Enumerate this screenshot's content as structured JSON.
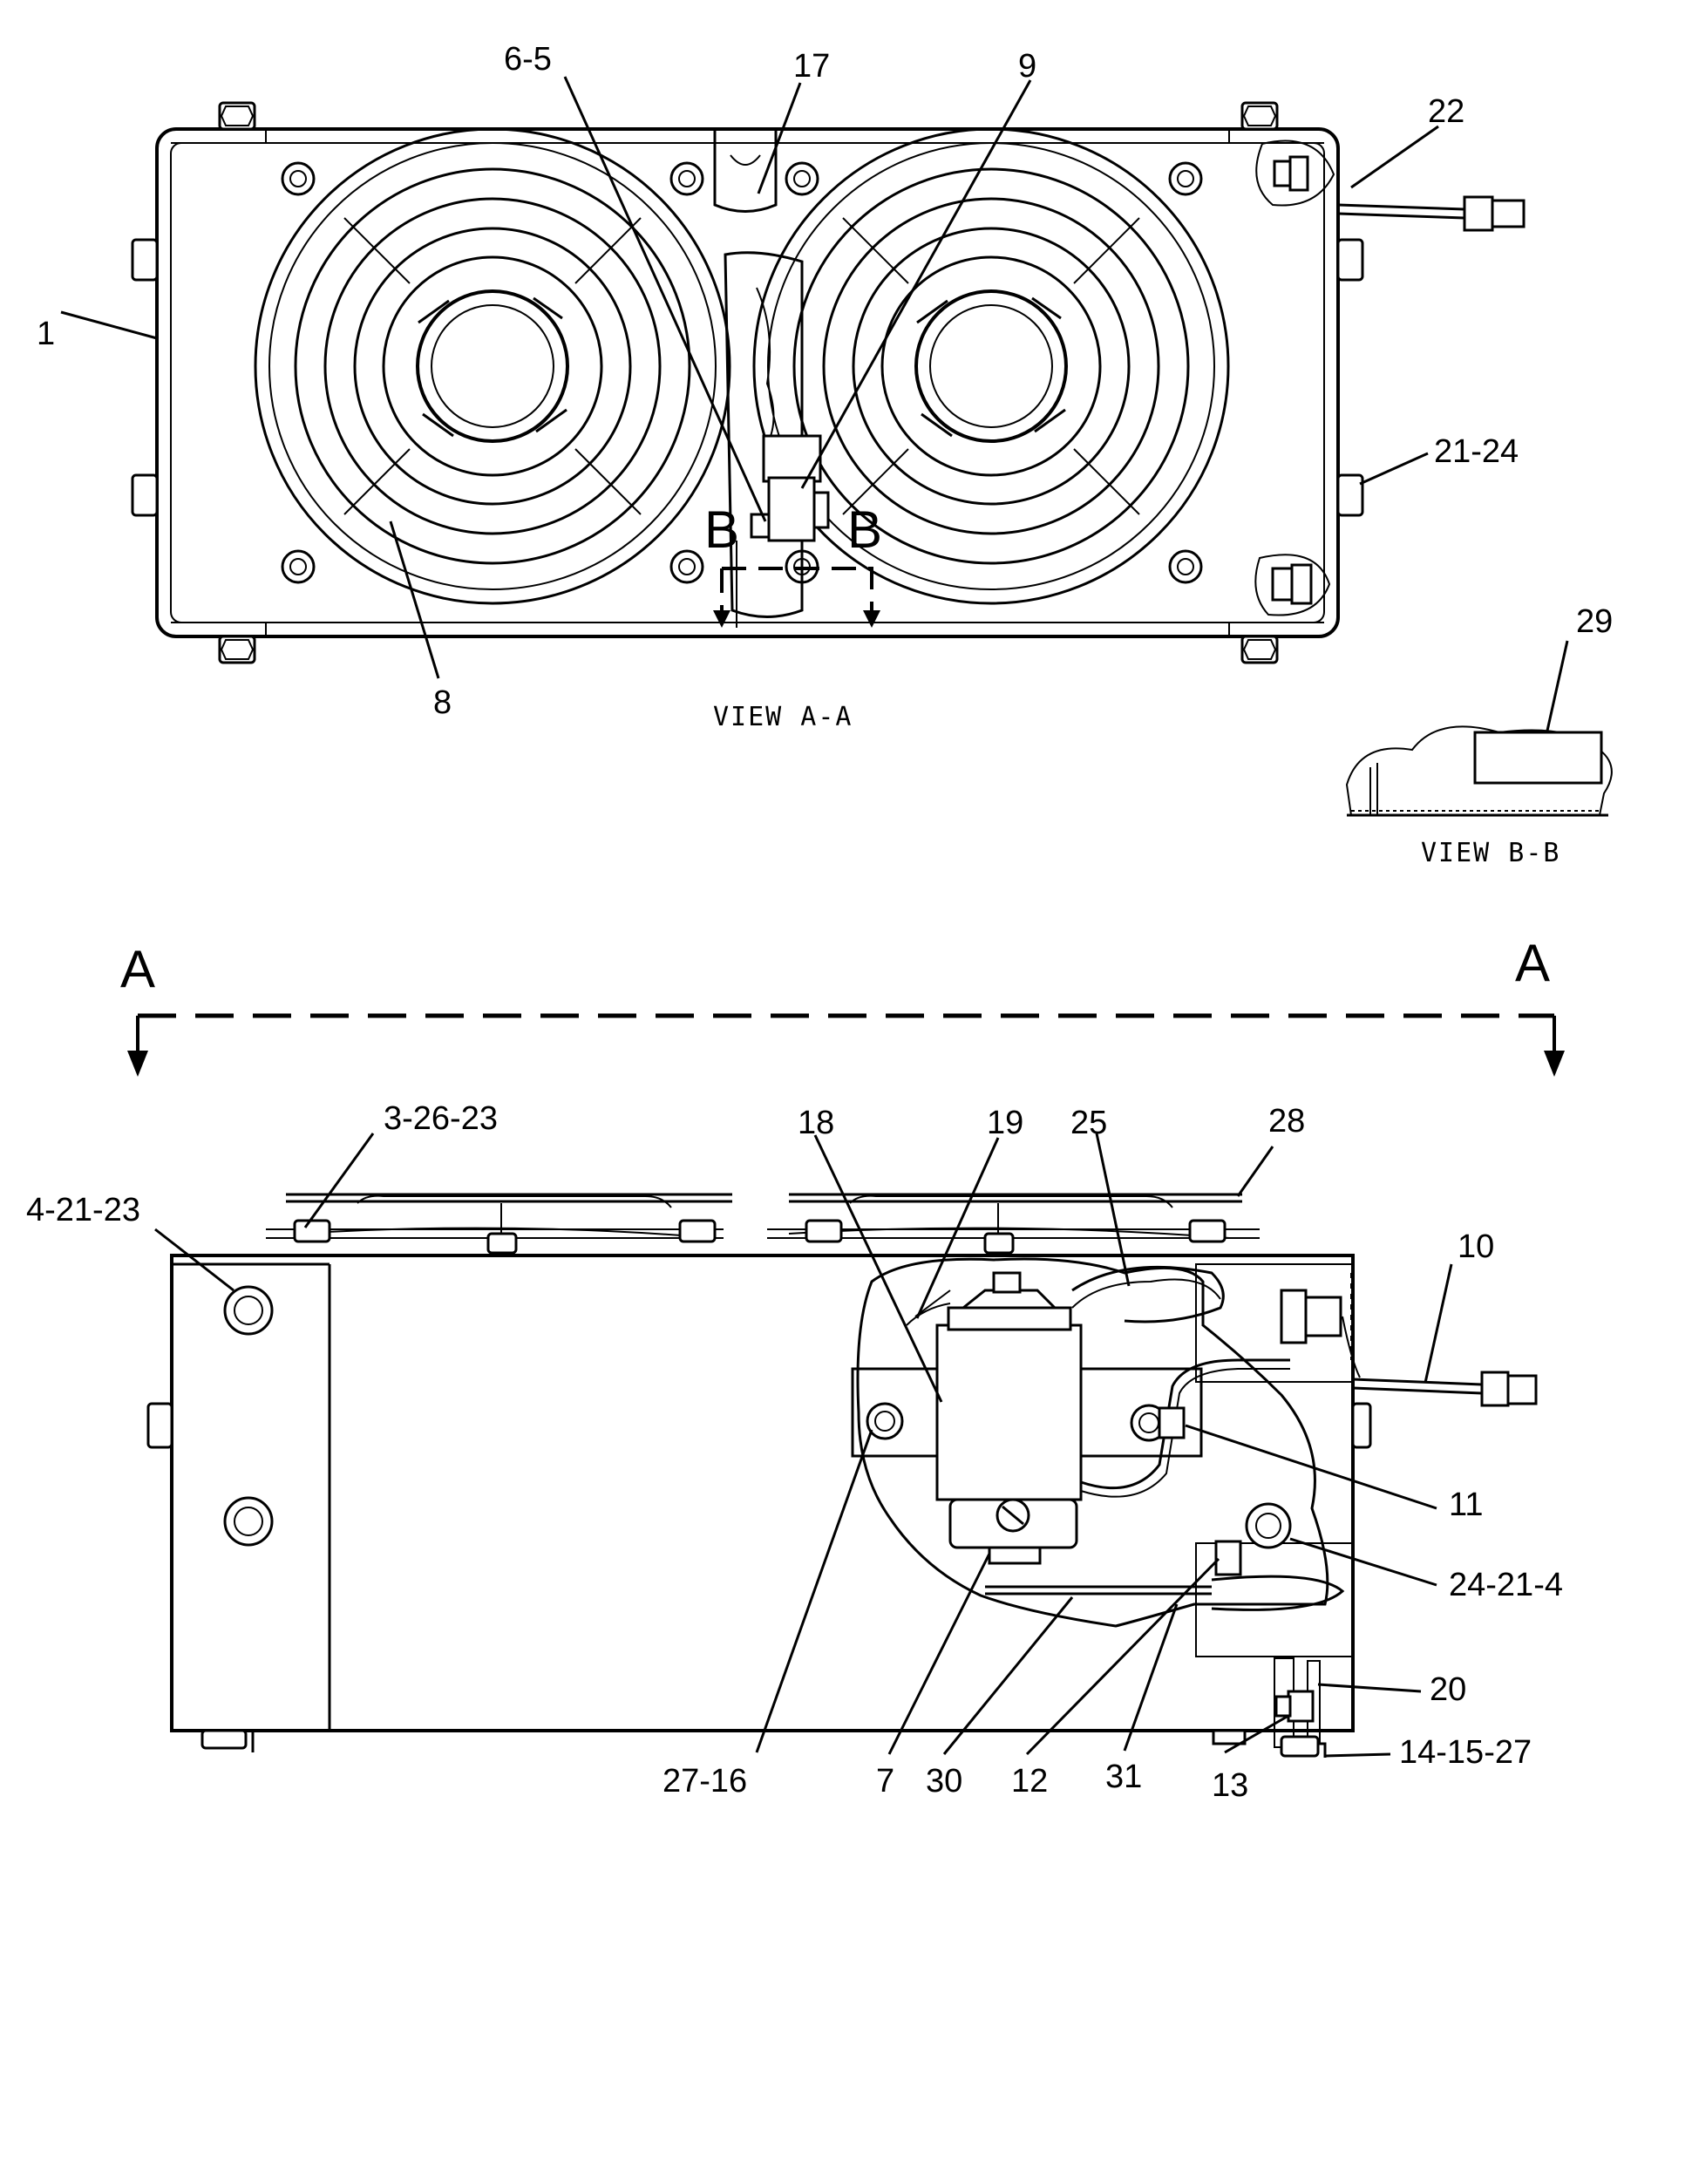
{
  "views": {
    "view_a": "VIEW  A-A",
    "view_b": "VIEW  B-B",
    "section_a": "A",
    "section_b": "B"
  },
  "callouts": {
    "c_6_5": "6-5",
    "c_17": "17",
    "c_9": "9",
    "c_22": "22",
    "c_1": "1",
    "c_21_24": "21-24",
    "c_8": "8",
    "c_29": "29",
    "c_3_26_23": "3-26-23",
    "c_18": "18",
    "c_19": "19",
    "c_25": "25",
    "c_28": "28",
    "c_4_21_23": "4-21-23",
    "c_10": "10",
    "c_11": "11",
    "c_24_21_4": "24-21-4",
    "c_20": "20",
    "c_14_15_27": "14-15-27",
    "c_27_16": "27-16",
    "c_7": "7",
    "c_30": "30",
    "c_12": "12",
    "c_31": "31",
    "c_13": "13"
  }
}
